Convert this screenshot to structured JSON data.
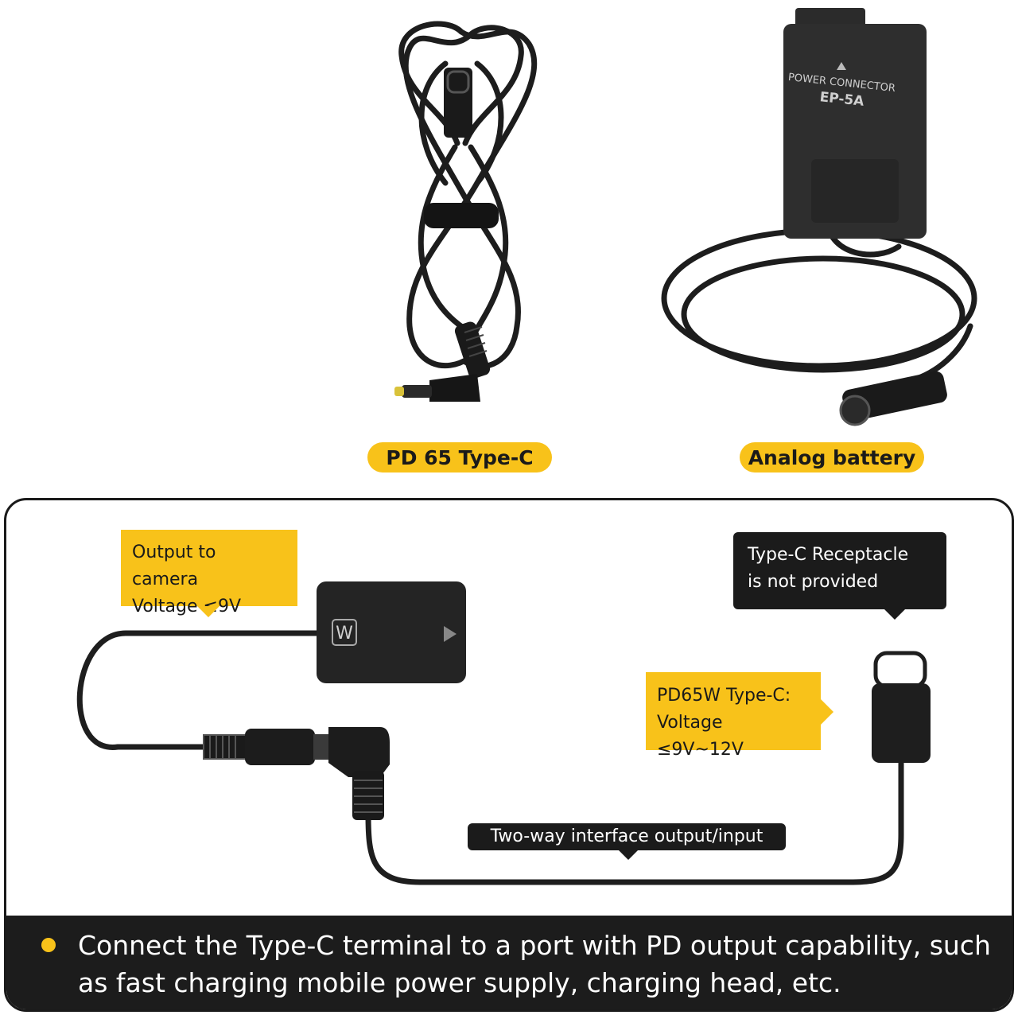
{
  "top": {
    "pd_cable_label": "PD 65 Type-C",
    "battery_label": "Analog battery",
    "battery_print_line1": "POWER CONNECTOR",
    "battery_print_line2": "EP-5A"
  },
  "diagram": {
    "output_callout_line1": "Output to camera",
    "output_callout_line2": "Voltage ≤9V",
    "receptacle_callout_line1": "Type-C Receptacle",
    "receptacle_callout_line2": "is not provided",
    "input_callout_line1": "PD65W Type-C:",
    "input_callout_line2": "Voltage ≤9V~12V",
    "interface_label": "Two-way interface output/input",
    "battery_logo": "W"
  },
  "note": {
    "text": "Connect the Type-C terminal to a port with PD output capability, such as fast charging mobile power supply, charging head, etc."
  },
  "colors": {
    "accent_yellow": "#f8c21a",
    "dark": "#1b1b1b",
    "cable": "#1e1e1e"
  }
}
